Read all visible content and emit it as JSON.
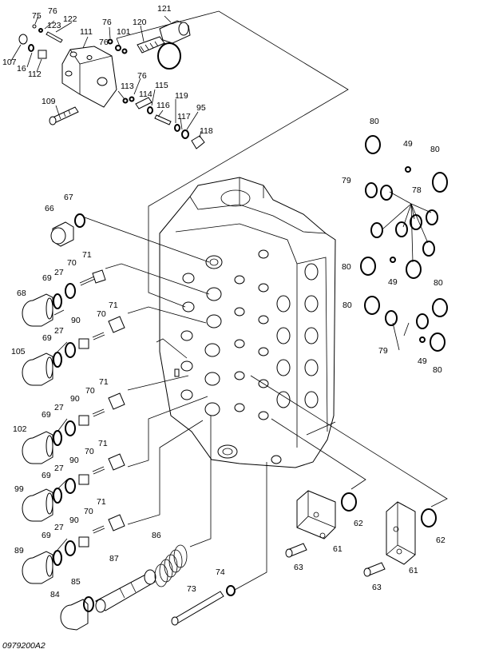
{
  "diagram": {
    "reference_code": "0979200A2",
    "callouts": {
      "c75": "75",
      "c76a": "76",
      "c123": "123",
      "c122": "122",
      "c107": "107",
      "c16": "16",
      "c112": "112",
      "c111": "111",
      "c76b": "76",
      "c120": "120",
      "c121": "121",
      "c76c": "76",
      "c101": "101",
      "c109": "109",
      "c113": "113",
      "c76d": "76",
      "c114": "114",
      "c115": "115",
      "c116": "116",
      "c119": "119",
      "c95": "95",
      "c117": "117",
      "c118": "118",
      "c80a": "80",
      "c49a": "49",
      "c80b": "80",
      "c79a": "79",
      "c78": "78",
      "c80c": "80",
      "c49b": "49",
      "c80d": "80",
      "c80e": "80",
      "c79b": "79",
      "c49c": "49",
      "c80f": "80",
      "c66": "66",
      "c67": "67",
      "c71a": "71",
      "c70a": "70",
      "c27a": "27",
      "c69a": "69",
      "c68": "68",
      "c71b": "71",
      "c70b": "70",
      "c90a": "90",
      "c27b": "27",
      "c69b": "69",
      "c105": "105",
      "c71c": "71",
      "c70c": "70",
      "c90b": "90",
      "c27c": "27",
      "c69c": "69",
      "c102": "102",
      "c71d": "71",
      "c70d": "70",
      "c90c": "90",
      "c27d": "27",
      "c69d": "69",
      "c99": "99",
      "c71e": "71",
      "c70e": "70",
      "c90d": "90",
      "c27e": "27",
      "c69e": "69",
      "c89": "89",
      "c86": "86",
      "c87": "87",
      "c85": "85",
      "c84": "84",
      "c74": "74",
      "c73": "73",
      "c62a": "62",
      "c61a": "61",
      "c63a": "63",
      "c62b": "62",
      "c61b": "61",
      "c63b": "63"
    }
  }
}
